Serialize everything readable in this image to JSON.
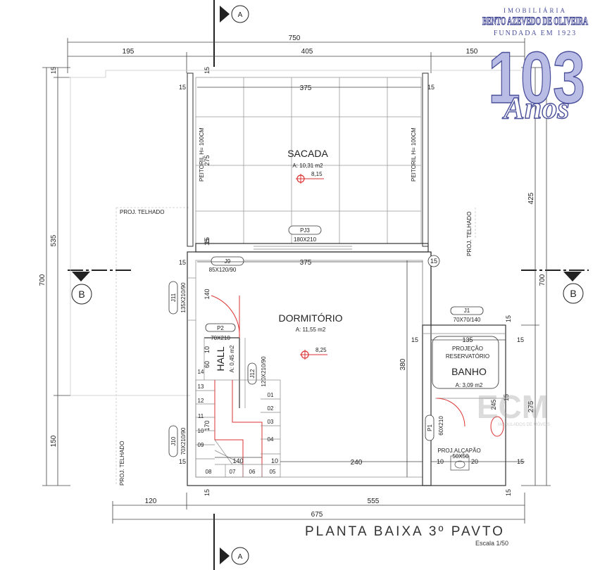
{
  "title": "PLANTA BAIXA 3º PAVTO",
  "scale": "Escala 1/50",
  "logo": {
    "line1": "IMOBILIÁRIA",
    "line2": "BENTO AZEVEDO DE OLIVEIRA",
    "line3": "FUNDADA EM 1923",
    "number": "103",
    "word": "Anos",
    "colors": {
      "primary": "#4a4f9a",
      "light": "#b9bde6"
    }
  },
  "watermark": {
    "brand": "ECM",
    "tagline": "MODULADOS DE MÓVEIS"
  },
  "sections": {
    "a_top": "A",
    "a_bottom": "A",
    "b_left": "B",
    "b_right": "B"
  },
  "rooms": {
    "sacada": {
      "name": "SACADA",
      "area": "A: 10,31 m2",
      "level": "8,15"
    },
    "dormitorio": {
      "name": "DORMITÓRIO",
      "area": "A: 11,55 m2",
      "level": "8,25"
    },
    "banho": {
      "name": "BANHO",
      "area": "A: 3,09 m2"
    },
    "hall": {
      "name": "HALL",
      "area": "A: 0,45 m2"
    }
  },
  "labels": {
    "proj_telhado_top": "PROJ. TELHADO",
    "proj_telhado_right": "PROJ. TELHADO",
    "proj_telhado_left": "PROJ. TELHADO",
    "peitoril_left": "PEITORIL H= 100CM",
    "peitoril_right": "PEITORIL H= 100CM",
    "projecao": "PROJEÇÃO",
    "reservatorio": "RESERVATÓRIO",
    "proj_alcapao": "PROJ.ALÇAPÃO",
    "alcapao_size": "50X50"
  },
  "openings": {
    "pj3": {
      "tag": "PJ3",
      "size": "180X210"
    },
    "j9": {
      "tag": "J9",
      "size": "85X120/90"
    },
    "j11": {
      "tag": "J11",
      "size": "135X210/90"
    },
    "p2": {
      "tag": "P2",
      "size": "70X210"
    },
    "j12": {
      "tag": "J12",
      "size": "120X210/90"
    },
    "j10": {
      "tag": "J10",
      "size": "70X210/90"
    },
    "j1": {
      "tag": "J1",
      "size": "70X70/140"
    },
    "p1": {
      "tag": "P1",
      "size": "60X210"
    }
  },
  "dims": {
    "total_top": "750",
    "top_195": "195",
    "top_405": "405",
    "top_150": "150",
    "bottom_120": "120",
    "bottom_555": "555",
    "bottom_675": "675",
    "sacada_375": "375",
    "dorm_375": "375",
    "banho_135": "135",
    "left_15a": "15",
    "left_535": "535",
    "left_700": "700",
    "left_150": "150",
    "right_425": "425",
    "right_700": "700",
    "right_275": "275",
    "sac_275": "275",
    "dorm_380": "380",
    "bot_240": "240",
    "v140": "140",
    "v60": "60",
    "v10": "10",
    "v170": "170",
    "h140": "140",
    "h10": "10",
    "b10": "10",
    "b20": "20",
    "v245": "245",
    "s15a": "15",
    "s15b": "15",
    "s15c": "15",
    "s15d": "15",
    "s15e": "15",
    "s15f": "15",
    "s15g": "15",
    "s15h": "15",
    "s15i": "15",
    "s15j": "15",
    "s15k": "15",
    "s15l": "15",
    "s15m": "15",
    "s15n": "15",
    "s15o": "15"
  },
  "stairs": [
    "01",
    "02",
    "03",
    "04",
    "05",
    "06",
    "07",
    "08",
    "09",
    "10",
    "11",
    "12",
    "13",
    "14"
  ]
}
